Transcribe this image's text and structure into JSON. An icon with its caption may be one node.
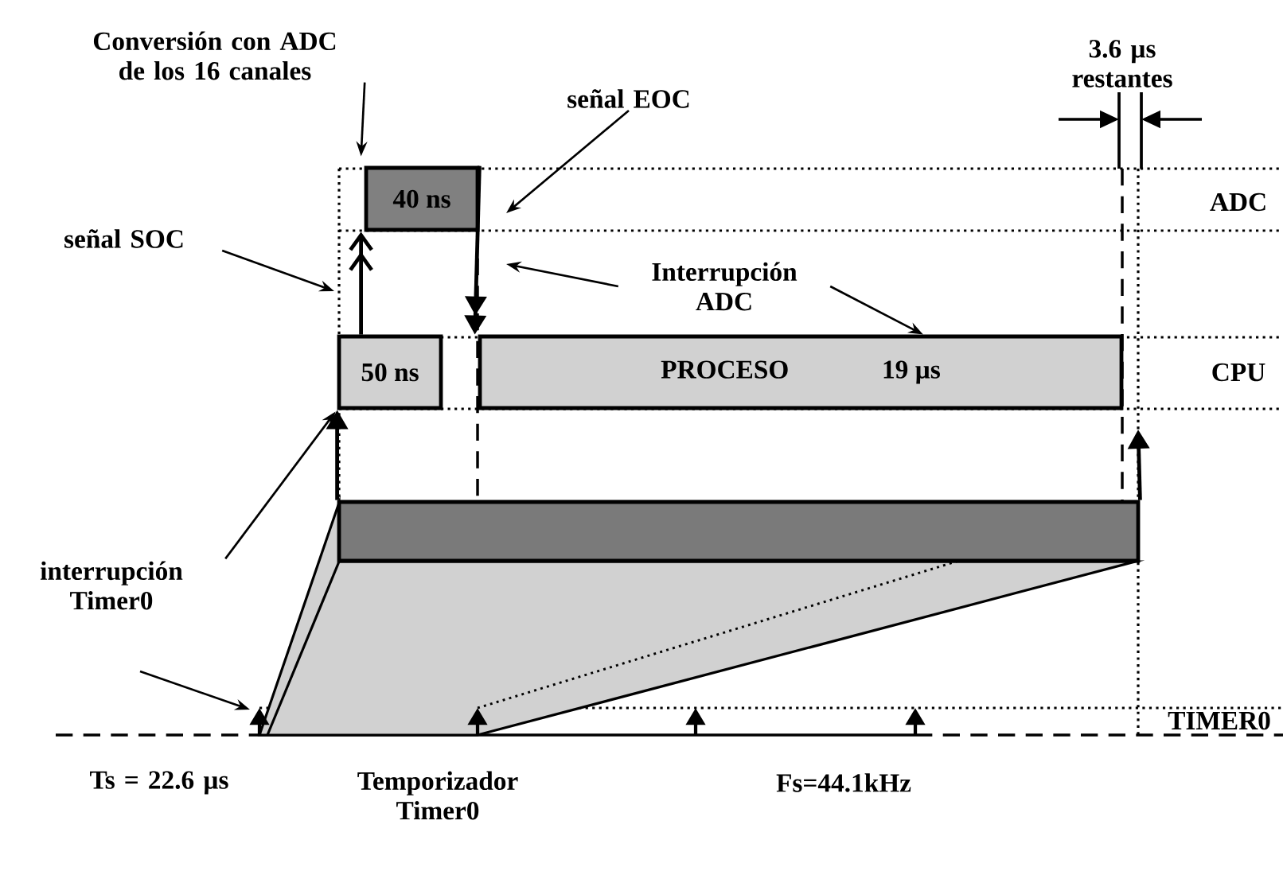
{
  "diagram": {
    "nodes": [
      {
        "text": [
          "40 ns"
        ]
      },
      {
        "text": [
          "50 ns"
        ]
      },
      {
        "text": [
          "PROCESO",
          "19 µs"
        ]
      },
      {
        "text": [],
        "shape": "bar"
      },
      {
        "text": [
          "Conversión con ADC de los 16 canales"
        ]
      },
      {
        "text": [
          "señal EOC"
        ]
      },
      {
        "text": [
          "señal SOC"
        ]
      },
      {
        "text": [
          "Interrupción ADC"
        ]
      },
      {
        "text": [
          "interrupción Timer0"
        ]
      }
    ],
    "edges": [
      {
        "from": 4,
        "to": 0,
        "arrow": "to"
      },
      {
        "from": 5,
        "to": null,
        "arrow": "to"
      },
      {
        "from": 6,
        "to": null,
        "arrow": "to"
      },
      {
        "from": 7,
        "to": null,
        "arrow": "to"
      },
      {
        "from": 7,
        "to": 2,
        "arrow": "to"
      },
      {
        "from": 8,
        "to": 1,
        "arrow": "to"
      },
      {
        "from": 1,
        "to": 0,
        "arrow": "to"
      },
      {
        "from": 0,
        "to": 2,
        "arrow": "to"
      },
      {
        "from": 3,
        "to": 1,
        "arrow": "to"
      },
      {
        "from": 3,
        "to": null,
        "arrow": "to"
      }
    ],
    "labels": [
      "3.6 µs restantes",
      "ADC",
      "CPU",
      "TIMER0",
      "Ts = 22.6 µs",
      "Temporizador Timer0",
      "Fs=44.1kHz"
    ]
  }
}
